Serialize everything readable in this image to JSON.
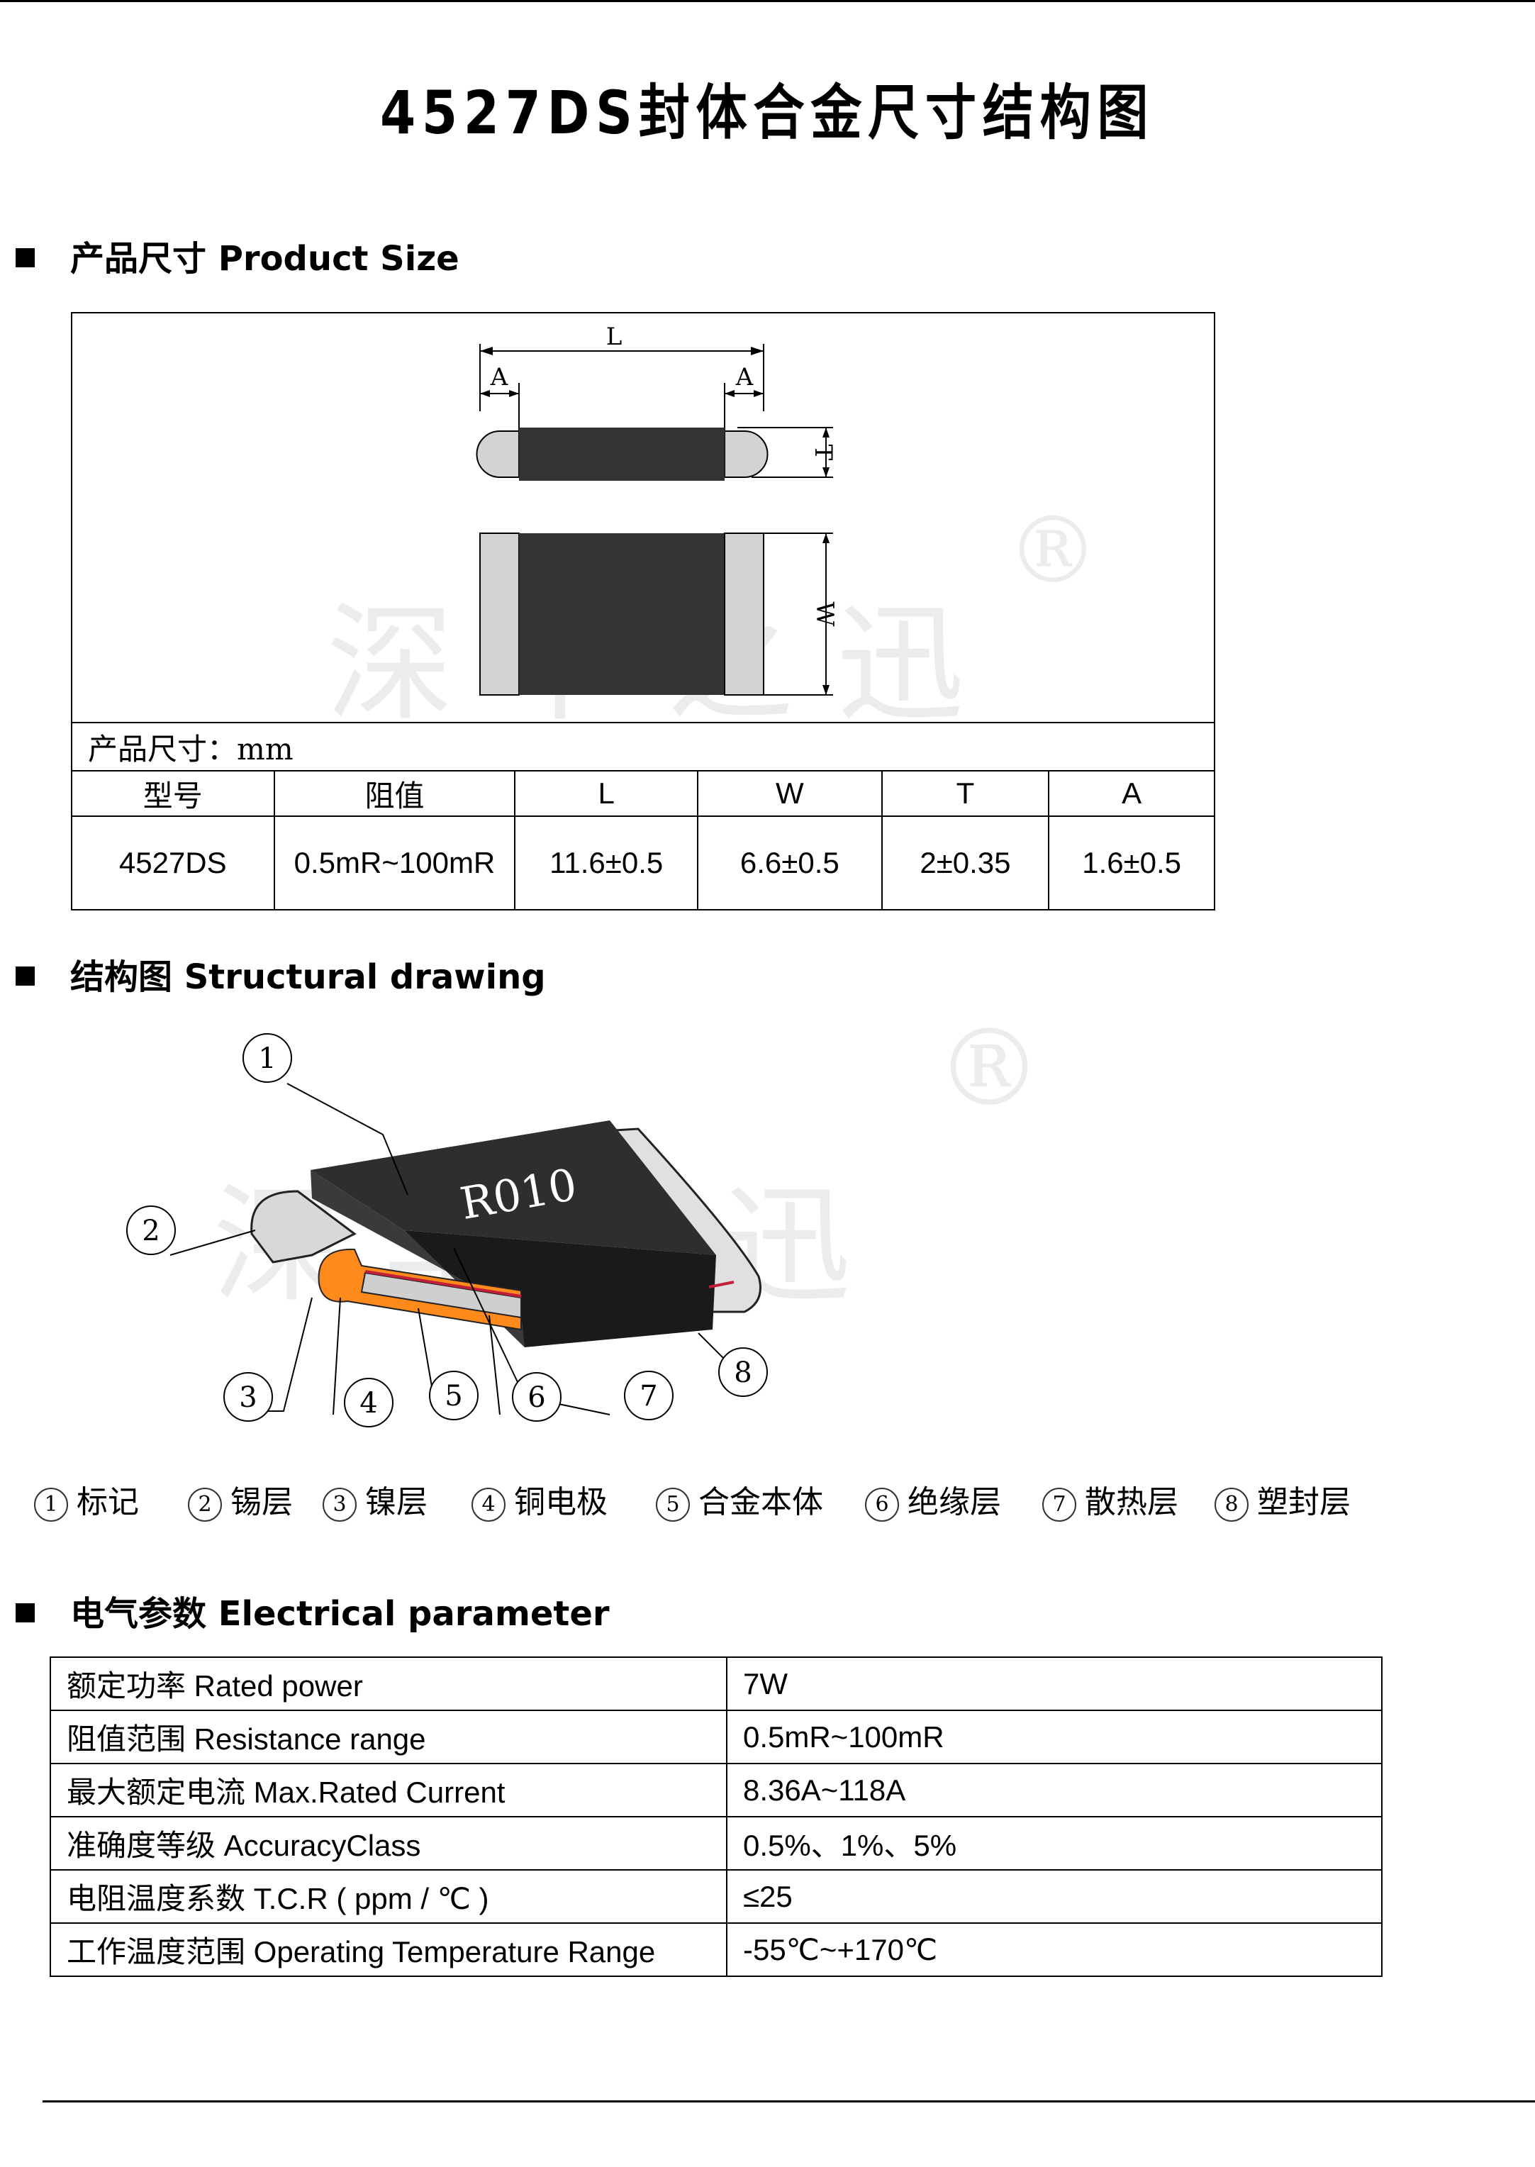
{
  "title": "4527DS封体合金尺寸结构图",
  "watermark": {
    "brand": "深华之迅",
    "mark": "®"
  },
  "sections": {
    "product_size": "产品尺寸 Product Size",
    "structural": "结构图 Structural drawing",
    "electrical": "电气参数 Electrical parameter"
  },
  "dimension_labels": {
    "L": "L",
    "A": "A",
    "T": "T",
    "W": "W"
  },
  "size_table": {
    "unit": "产品尺寸：mm",
    "headers": [
      "型号",
      "阻值",
      "L",
      "W",
      "T",
      "A"
    ],
    "row": [
      "4527DS",
      "0.5mR~100mR",
      "11.6±0.5",
      "6.6±0.5",
      "2±0.35",
      "1.6±0.5"
    ]
  },
  "drawing": {
    "marking": "R010",
    "callouts": [
      "1",
      "2",
      "3",
      "4",
      "5",
      "6",
      "7",
      "8"
    ]
  },
  "legend": [
    {
      "num": "1",
      "label": "标记"
    },
    {
      "num": "2",
      "label": "锡层"
    },
    {
      "num": "3",
      "label": "镍层"
    },
    {
      "num": "4",
      "label": "铜电极"
    },
    {
      "num": "5",
      "label": "合金本体"
    },
    {
      "num": "6",
      "label": "绝缘层"
    },
    {
      "num": "7",
      "label": "散热层"
    },
    {
      "num": "8",
      "label": "塑封层"
    }
  ],
  "electrical_table": [
    {
      "param": "额定功率 Rated power",
      "value": "7W"
    },
    {
      "param": "阻值范围 Resistance range",
      "value": "0.5mR~100mR"
    },
    {
      "param": "最大额定电流 Max.Rated Current",
      "value": "8.36A~118A"
    },
    {
      "param": "准确度等级 AccuracyClass",
      "value": "0.5%、1%、5%"
    },
    {
      "param": "电阻温度系数 T.C.R ( ppm / ℃ )",
      "value": "≤25"
    },
    {
      "param": "工作温度范围 Operating Temperature Range",
      "value": "-55℃~+170℃"
    }
  ],
  "colors": {
    "body": "#333333",
    "terminal": "#d3d3d3",
    "copper_orange": "#ff8a1c",
    "watermark": "#ececec"
  }
}
